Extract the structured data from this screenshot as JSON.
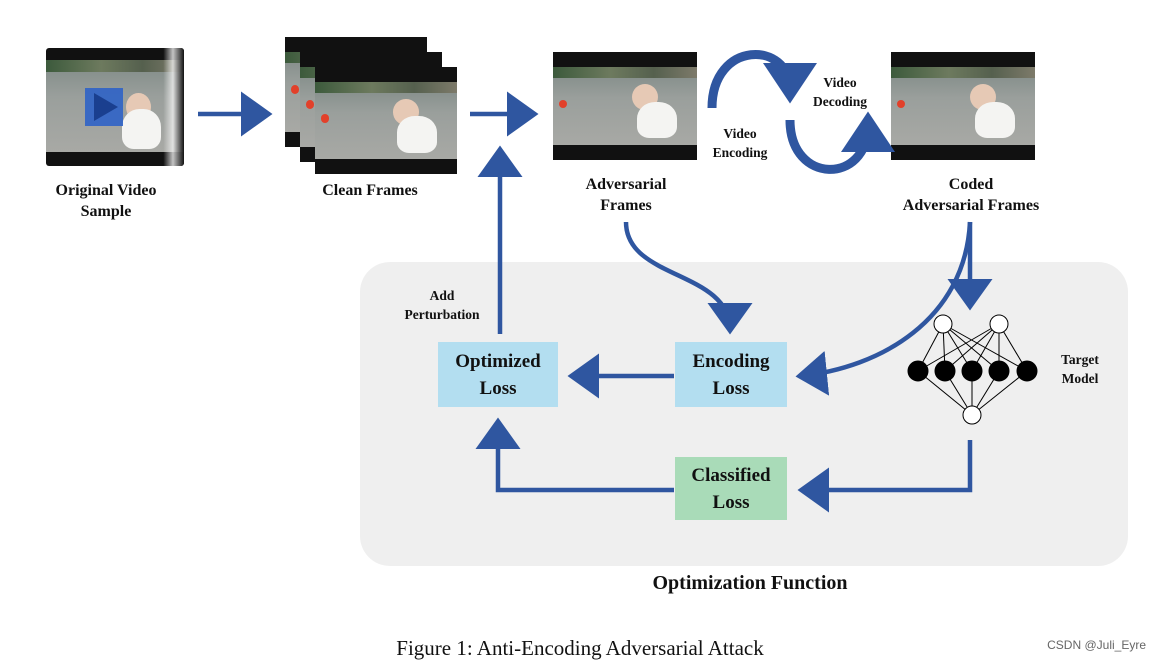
{
  "labels": {
    "original": [
      "Original Video",
      "Sample"
    ],
    "clean": "Clean Frames",
    "adversarial": [
      "Adversarial",
      "Frames"
    ],
    "coded": [
      "Coded",
      "Adversarial Frames"
    ],
    "video_encoding": [
      "Video",
      "Encoding"
    ],
    "video_decoding": [
      "Video",
      "Decoding"
    ],
    "add_perturbation": [
      "Add",
      "Perturbation"
    ],
    "target_model": [
      "Target",
      "Model"
    ],
    "optimization_function": "Optimization Function"
  },
  "boxes": {
    "optimized_loss": [
      "Optimized",
      "Loss"
    ],
    "encoding_loss": [
      "Encoding",
      "Loss"
    ],
    "classified_loss": [
      "Classified",
      "Loss"
    ]
  },
  "caption": "Figure 1: Anti-Encoding Adversarial Attack",
  "watermark": "CSDN @Juli_Eyre",
  "colors": {
    "arrow": "#2f56a0",
    "box_blue": "#b3def0",
    "box_green": "#a9dbb8",
    "region": "#efefef"
  }
}
